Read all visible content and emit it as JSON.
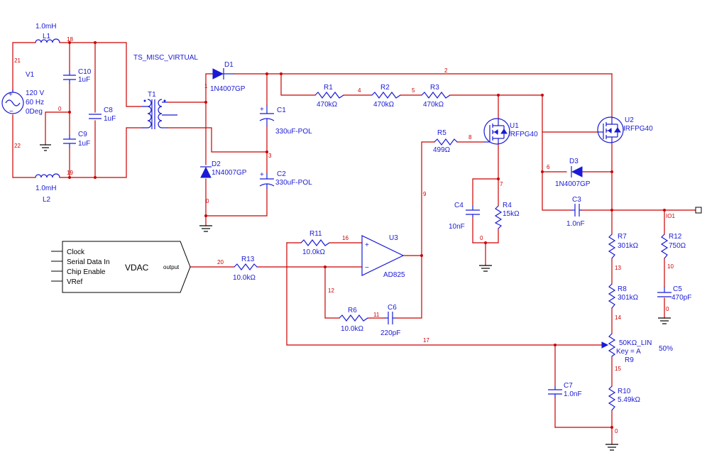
{
  "labels": {
    "L1_val": "1.0mH",
    "L1": "L1",
    "L2_val": "1.0mH",
    "L2": "L2",
    "V1": "V1",
    "V1_v": "120 V",
    "V1_f": "60 Hz",
    "V1_p": "0Deg",
    "C10": "C10",
    "C10_val": "1uF",
    "C9": "C9",
    "C9_val": "1uF",
    "C8": "C8",
    "C8_val": "1uF",
    "T1_name": "TS_MISC_VIRTUAL",
    "T1": "T1",
    "D1": "D1",
    "D1_val": "1N4007GP",
    "D2": "D2",
    "D2_val": "1N4007GP",
    "D3": "D3",
    "D3_val": "1N4007GP",
    "C1": "C1",
    "C1_val": "330uF-POL",
    "C2": "C2",
    "C2_val": "330uF-POL",
    "R1": "R1",
    "R1_val": "470kΩ",
    "R2": "R2",
    "R2_val": "470kΩ",
    "R3": "R3",
    "R3_val": "470kΩ",
    "U1": "U1",
    "U1_val": "IRFPG40",
    "U2": "U2",
    "U2_val": "IRFPG40",
    "R5": "R5",
    "R5_val": "499Ω",
    "C4": "C4",
    "C4_val": "10nF",
    "R4": "R4",
    "R4_val": "15kΩ",
    "C3": "C3",
    "C3_val": "1.0nF",
    "R7": "R7",
    "R7_val": "301kΩ",
    "R8": "R8",
    "R8_val": "301kΩ",
    "R12": "R12",
    "R12_val": "750Ω",
    "C5": "C5",
    "C5_val": "470pF",
    "R11": "R11",
    "R11_val": "10.0kΩ",
    "U3": "U3",
    "U3_val": "AD825",
    "R13": "R13",
    "R13_val": "10.0kΩ",
    "R6": "R6",
    "R6_val": "10.0kΩ",
    "C6": "C6",
    "C6_val": "220pF",
    "R9_val": "50KΩ_LIN",
    "R9_key": "Key = A",
    "R9": "R9",
    "R9_pct": "50%",
    "C7": "C7",
    "C7_val": "1.0nF",
    "R10": "R10",
    "R10_val": "5.49kΩ",
    "plus": "+",
    "minus": "−"
  },
  "vdac": {
    "name": "VDAC",
    "pins": [
      "Clock",
      "Serial Data In",
      "Chip Enable",
      "VRef"
    ],
    "output": "output"
  },
  "nets": {
    "n21": "21",
    "n18": "18",
    "n0a": "0",
    "n22": "22",
    "n19": "19",
    "n1": "1",
    "n2": "2",
    "n3": "3",
    "n0b": "0",
    "n4": "4",
    "n5": "5",
    "n8": "8",
    "n7": "7",
    "n0c": "0",
    "n6": "6",
    "n9": "9",
    "n16": "16",
    "n20": "20",
    "n12": "12",
    "n11": "11",
    "n17": "17",
    "n13": "13",
    "n14": "14",
    "n15": "15",
    "n0d": "0",
    "nIO1": "IO1",
    "n10": "10",
    "n0e": "0"
  }
}
